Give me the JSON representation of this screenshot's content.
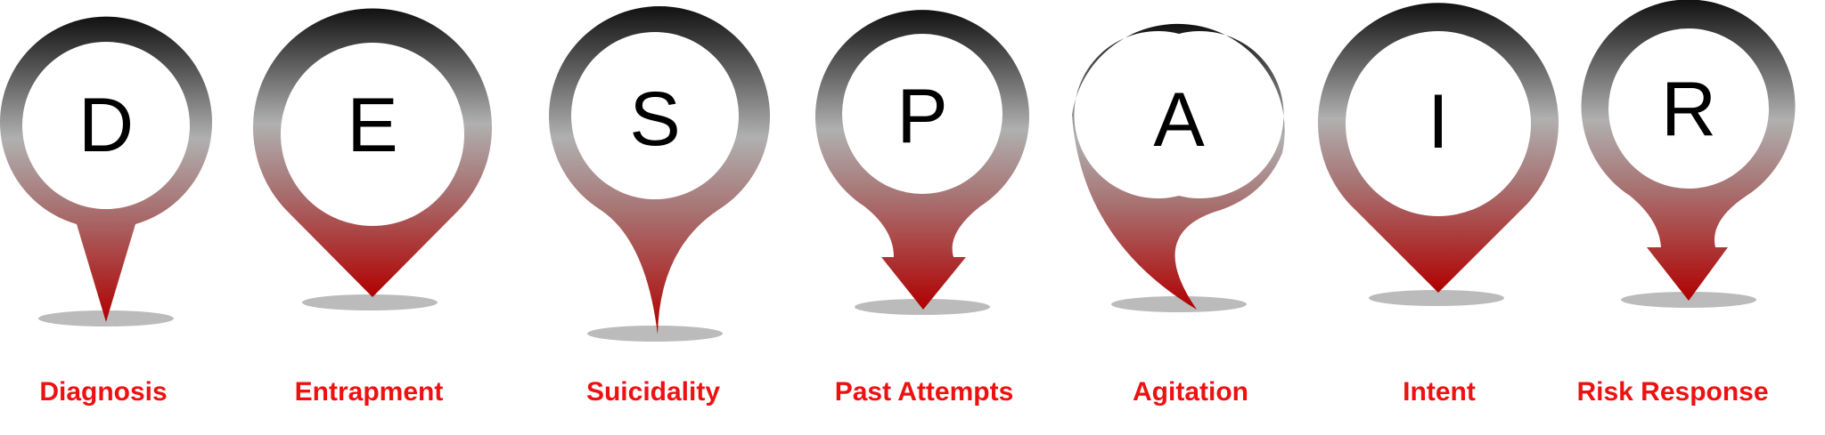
{
  "diagram": {
    "colors": {
      "ring_top": "#111111",
      "ring_middle": "#b0b0b0",
      "point": "#b00000",
      "caption": "#ee1111",
      "shadow": "#bbbbbb"
    },
    "pins": [
      {
        "letter": "D",
        "caption": "Diagnosis",
        "shape": "needle"
      },
      {
        "letter": "E",
        "caption": "Entrapment",
        "shape": "wide-v"
      },
      {
        "letter": "S",
        "caption": "Suicidality",
        "shape": "curved-needle"
      },
      {
        "letter": "P",
        "caption": "Past Attempts",
        "shape": "arrow"
      },
      {
        "letter": "A",
        "caption": "Agitation",
        "shape": "teardrop"
      },
      {
        "letter": "I",
        "caption": "Intent",
        "shape": "wide-v"
      },
      {
        "letter": "R",
        "caption": "Risk Response",
        "shape": "arrow"
      }
    ]
  }
}
